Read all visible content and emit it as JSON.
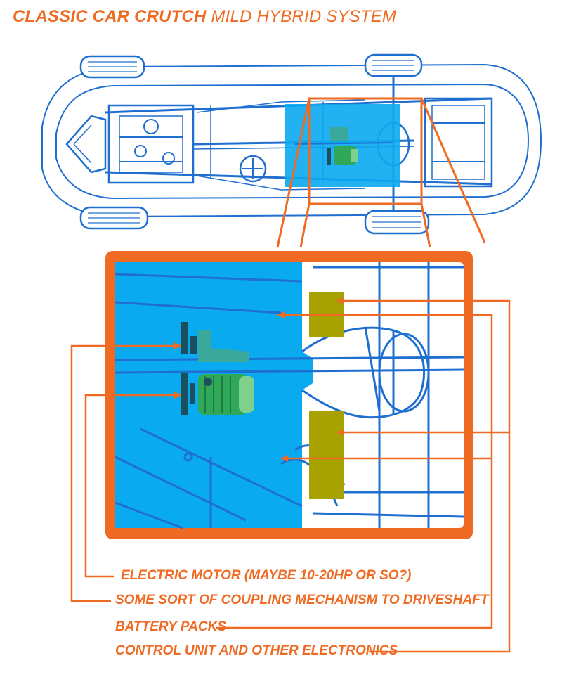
{
  "title": {
    "bold": "CLASSIC CAR CRUTCH",
    "light": "MILD HYBRID SYSTEM"
  },
  "labels": {
    "motor": "ELECTRIC MOTOR (MAYBE 10-20HP OR SO?)",
    "coupling": "SOME SORT OF COUPLING MECHANISM TO DRIVESHAFT",
    "battery": "BATTERY PACKS",
    "control": "CONTROL UNIT AND OTHER ELECTRONICS"
  },
  "colors": {
    "accent": "#ef6a22",
    "blueprint": "#1f6fd1",
    "highlight": "#0aaaf0",
    "battery": "#a8a200",
    "motor": "#2fa85a"
  }
}
